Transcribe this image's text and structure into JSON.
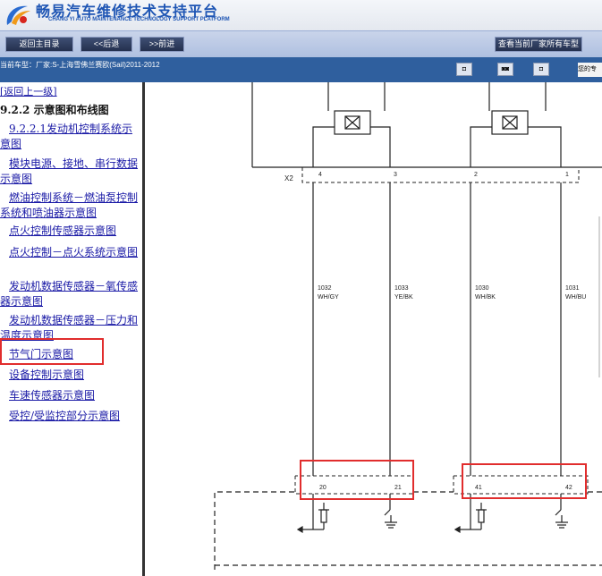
{
  "header": {
    "title": "畅易汽车维修技术支持平台",
    "subtitle": "CHANG YI AUTO MAINTENANCE TECHNOLOGY SUPPORT PLATFORM"
  },
  "nav": {
    "home_label": "返回主目录",
    "back_label": "<<后退",
    "forward_label": ">>前进",
    "view_all_label": "查看当前厂家所有车型"
  },
  "vehicle": {
    "current": "当前车型：厂家:S-上海雪佛兰赛欧(Sail)2011-2012"
  },
  "greeting": "您的专",
  "sidebar": {
    "back_link": "[返回上一级]",
    "section_heading": "9.2.2 示意图和布线图",
    "items": [
      {
        "label": "9.2.2.1发动机控制系统示意图"
      },
      {
        "label": "模块电源、接地、串行数据示意图"
      },
      {
        "label": "燃油控制系统－燃油泵控制系统和喷油器示意图"
      },
      {
        "label": "点火控制传感器示意图"
      },
      {
        "label": "点火控制－点火系统示意图"
      },
      {
        "label": "发动机数据传感器－氧传感器示意图"
      },
      {
        "label": "发动机数据传感器－压力和温度示意图"
      },
      {
        "label": "节气门示意图"
      },
      {
        "label": "设备控制示意图"
      },
      {
        "label": "车速传感器示意图"
      },
      {
        "label": "受控/受监控部分示意图"
      }
    ]
  },
  "diagram": {
    "connector_label": "X2",
    "top_pins": [
      "4",
      "3",
      "2",
      "1"
    ],
    "wires": [
      {
        "circuit": "1032",
        "color": "WH/GY"
      },
      {
        "circuit": "1033",
        "color": "YE/BK"
      },
      {
        "circuit": "1030",
        "color": "WH/BK"
      },
      {
        "circuit": "1031",
        "color": "WH/BU"
      }
    ],
    "bottom_pins": [
      "20",
      "21",
      "41",
      "42"
    ]
  }
}
